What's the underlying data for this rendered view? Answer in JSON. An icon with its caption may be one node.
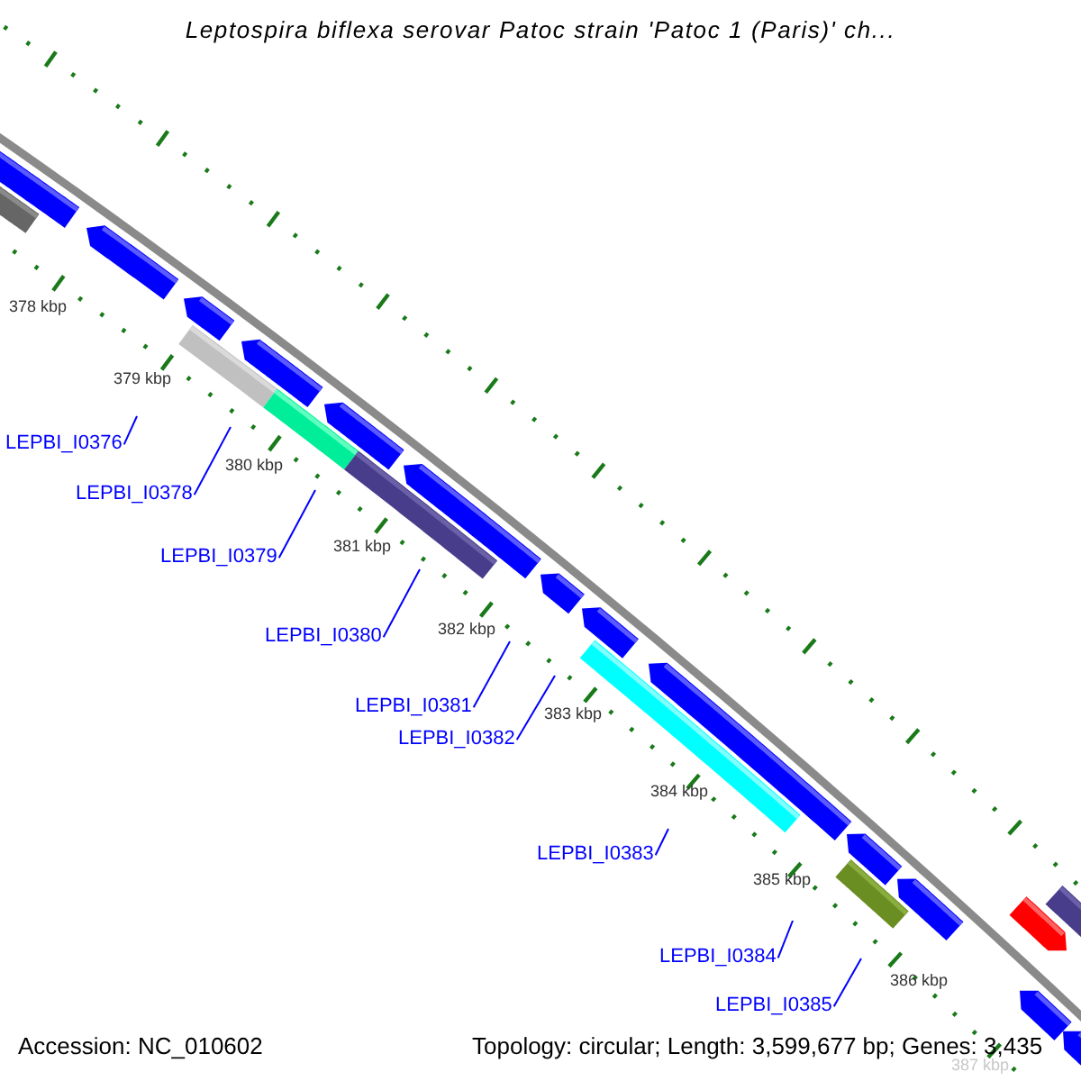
{
  "diagram": {
    "title": "Leptospira biflexa serovar Patoc strain 'Patoc 1 (Paris)' ch...",
    "nodes": [
      {
        "text": [
          "LEPBI_I0376"
        ]
      },
      {
        "text": [
          "LEPBI_I0378"
        ]
      },
      {
        "text": [
          "LEPBI_I0379"
        ]
      },
      {
        "text": [
          "LEPBI_I0380"
        ]
      },
      {
        "text": [
          "LEPBI_I0381"
        ]
      },
      {
        "text": [
          "LEPBI_I0382"
        ]
      },
      {
        "text": [
          "LEPBI_I0383"
        ]
      },
      {
        "text": [
          "LEPBI_I0384"
        ]
      },
      {
        "text": [
          "LEPBI_I0385"
        ]
      }
    ],
    "edges": [
      {
        "from": 0,
        "to": null,
        "arrow": "none"
      },
      {
        "from": 1,
        "to": null,
        "arrow": "none"
      },
      {
        "from": 2,
        "to": null,
        "arrow": "none"
      },
      {
        "from": 3,
        "to": null,
        "arrow": "none"
      },
      {
        "from": 4,
        "to": null,
        "arrow": "none"
      },
      {
        "from": 5,
        "to": null,
        "arrow": "none"
      },
      {
        "from": 6,
        "to": null,
        "arrow": "none"
      },
      {
        "from": 7,
        "to": null,
        "arrow": "none"
      },
      {
        "from": 8,
        "to": null,
        "arrow": "none"
      }
    ],
    "labels": [
      "378 kbp",
      "379 kbp",
      "380 kbp",
      "381 kbp",
      "382 kbp",
      "383 kbp",
      "384 kbp",
      "385 kbp",
      "386 kbp",
      "387 kbp",
      "Accession: NC_010602",
      "Topology: circular; Length: 3,599,677 bp; Genes: 3,435"
    ]
  }
}
